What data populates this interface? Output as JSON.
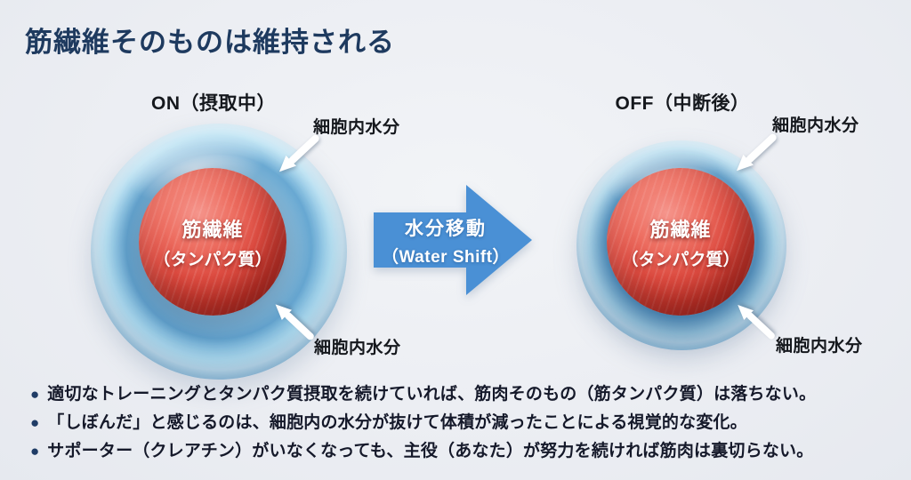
{
  "page": {
    "title": "筋繊維そのものは維持される"
  },
  "cells": {
    "left": {
      "heading": "ON（摂取中）",
      "core_line1": "筋繊維",
      "core_line2": "（タンパク質）",
      "label_top": "細胞内水分",
      "label_bottom": "細胞内水分"
    },
    "right": {
      "heading": "OFF（中断後）",
      "core_line1": "筋繊維",
      "core_line2": "（タンパク質）",
      "label_top": "細胞内水分",
      "label_bottom": "細胞内水分"
    }
  },
  "transfer_arrow": {
    "line1": "水分移動",
    "line2": "（Water Shift）",
    "color": "#4a90d5"
  },
  "bullets": {
    "marker": "●",
    "items": [
      {
        "text": "適切なトレーニングとタンパク質摂取を続けていれば、筋肉そのもの（筋タンパク質）は落ちない。"
      },
      {
        "text": "「しぼんだ」と感じるのは、細胞内の水分が抜けて体積が減ったことによる視覚的な変化。"
      },
      {
        "text": "サポーター（クレアチン）がいなくなっても、主役（あなた）が努力を続ければ筋肉は裏切らない。"
      }
    ]
  },
  "colors": {
    "background": "#edeff3",
    "title_navy": "#1e3a5f",
    "heading_black": "#15181d",
    "arrow_blue": "#4a90d5",
    "water_blue_rim": "#4e93c2",
    "water_blue_light": "#d8f1fb",
    "muscle_red": "#df4d42",
    "bullet_navy": "#1f3c66",
    "body_text": "#15192a"
  }
}
